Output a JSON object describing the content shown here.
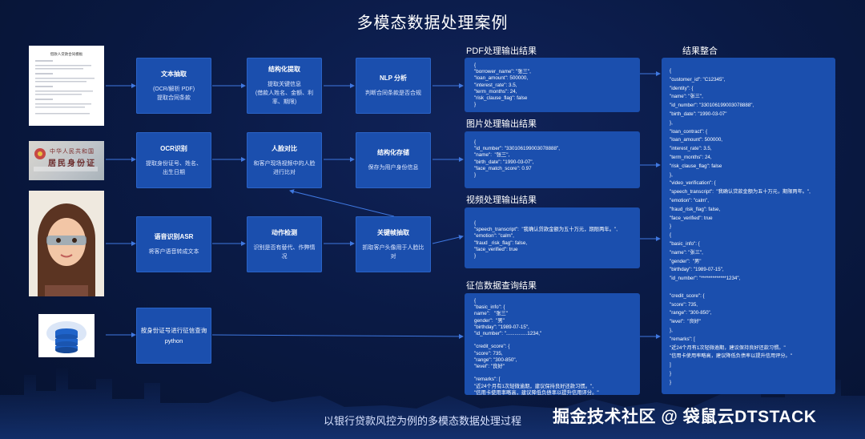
{
  "title": "多模态数据处理案例",
  "subtitle": "以银行贷款风控为例的多模态数据处理过程",
  "watermark": "掘金技术社区 @ 袋鼠云DTSTACK",
  "thumbnails": {
    "document_title": "借款人贷款合同模板",
    "id_card_text_1": "中华人民共和国",
    "id_card_text_2": "居民身份证"
  },
  "row1": {
    "text_extract": {
      "title": "文本抽取",
      "desc": "(OCR/解析 PDF)\n提取合同条款"
    },
    "struct_extract": {
      "title": "结构化提取",
      "desc": "提取关键信息\n(借款人姓名、金额、利\n率、期限)"
    },
    "nlp": {
      "title": "NLP 分析",
      "desc": "判断合同条款是否合规"
    }
  },
  "row2": {
    "ocr": {
      "title": "OCR识别",
      "desc": "提取身份证号、姓名、\n出生日期"
    },
    "face": {
      "title": "人脸对比",
      "desc": "和客户现场视频中的人脸\n进行比对"
    },
    "struct_store": {
      "title": "结构化存储",
      "desc": "保存为用户身份信息"
    }
  },
  "row3": {
    "asr": {
      "title": "语音识别ASR",
      "desc": "将客户语音转成文本"
    },
    "action": {
      "title": "动作检测",
      "desc": "识别是否有替代、作弊情况"
    },
    "keyframe": {
      "title": "关键帧抽取",
      "desc": "抓取客户头像用于人脸比对"
    }
  },
  "row4": {
    "credit_query": {
      "title": "按身份证号进行征信查询",
      "desc": "python"
    }
  },
  "results": {
    "pdf": {
      "label": "PDF处理输出结果",
      "lines": [
        "{",
        "\"borrower_name\": \"张三\",",
        "\"loan_amount\": 500000,",
        "\"interest_rate\": 3.5,",
        "\"term_months\": 24,",
        "\"risk_clause_flag\": false",
        "}"
      ]
    },
    "image": {
      "label": "图片处理输出结果",
      "lines": [
        "{",
        "\"id_number\": \"330106199003078888\",",
        "\"name\":  \"张三\",",
        "\"birth_date\": \"1990-03-07\",",
        "\"face_match_score\": 0.97",
        "}"
      ]
    },
    "video": {
      "label": "视频处理输出结果",
      "lines": [
        "{",
        "\"speech_transcript\":  \"我确认贷款金额为五十万元，期限两年。\",",
        "\"emotion\": \"calm\",",
        "\"fraud _risk_flag\": false,",
        "\"face_verified\": true",
        "}"
      ]
    },
    "credit": {
      "label": "征信数据查询结果",
      "lines": [
        "{",
        "\"basic_info\": {",
        "name\":   \"张三\"",
        "gender\":  \"男\"",
        "\"birthday\": \"1989-07-15\",",
        "\"id_number\": \"...............1234,\"",
        "",
        "\"credit_score\": {",
        "\"score\": 735,",
        "\"range\": \"300-850\",",
        "\"level\": \"良好\"",
        "",
        "\"remarks\": [",
        "\"近24个月有1次轻微逾期，建议保持良好还款习惯。\",",
        "\"信用卡使用率略高，建议降低负债率以提升信用评分。\"",
        "}"
      ]
    }
  },
  "integration": {
    "label": "结果整合",
    "lines": [
      "{",
      "\"customer_id\": \"C12345\",",
      "\"identity\": {",
      "\"name\": \"张三\",",
      "\"id_number\": \"330106199003078888\",",
      "\"birth_date\": \"1990-03-07\"",
      "},",
      "\"loan_contract\": {",
      "\"loan_amount\": 500000,",
      "\"interest_rate\": 3.5,",
      "\"term_months\": 24,",
      "\"risk_clause_flag\": false",
      "},",
      "\"video_verification\": {",
      "\"speech_transcript\":  \"我确认贷款金额为五十万元，期限两年。\",",
      "\"emotion\": \"calm\",",
      "\"fraud_risk_flag\": false,",
      "\"face_verified\": true",
      "}",
      "{",
      "\"basic_info\": {",
      "\"name\": \"张三\",",
      "\"gender\":  \"男\"",
      "\"birthday\": \"1989-07-15\",",
      "\"id_number\": \"*************1234\",",
      "",
      "\"credit_score\": {",
      "\"score\": 735,",
      "\"range\": \"300-850\",",
      "\"level\":  \"良好\"",
      "},",
      "\"remarks\": [",
      "\"近24个月有1次轻微逾期，建议保持良好还款习惯。\"",
      "\"信用卡使用率略高，建议降低负债率以提升信用评分。\"",
      "]",
      "}",
      "}"
    ]
  },
  "colors": {
    "box": "#1b4fae",
    "arrow": "#3f78e0",
    "background": "#0a1a45"
  }
}
